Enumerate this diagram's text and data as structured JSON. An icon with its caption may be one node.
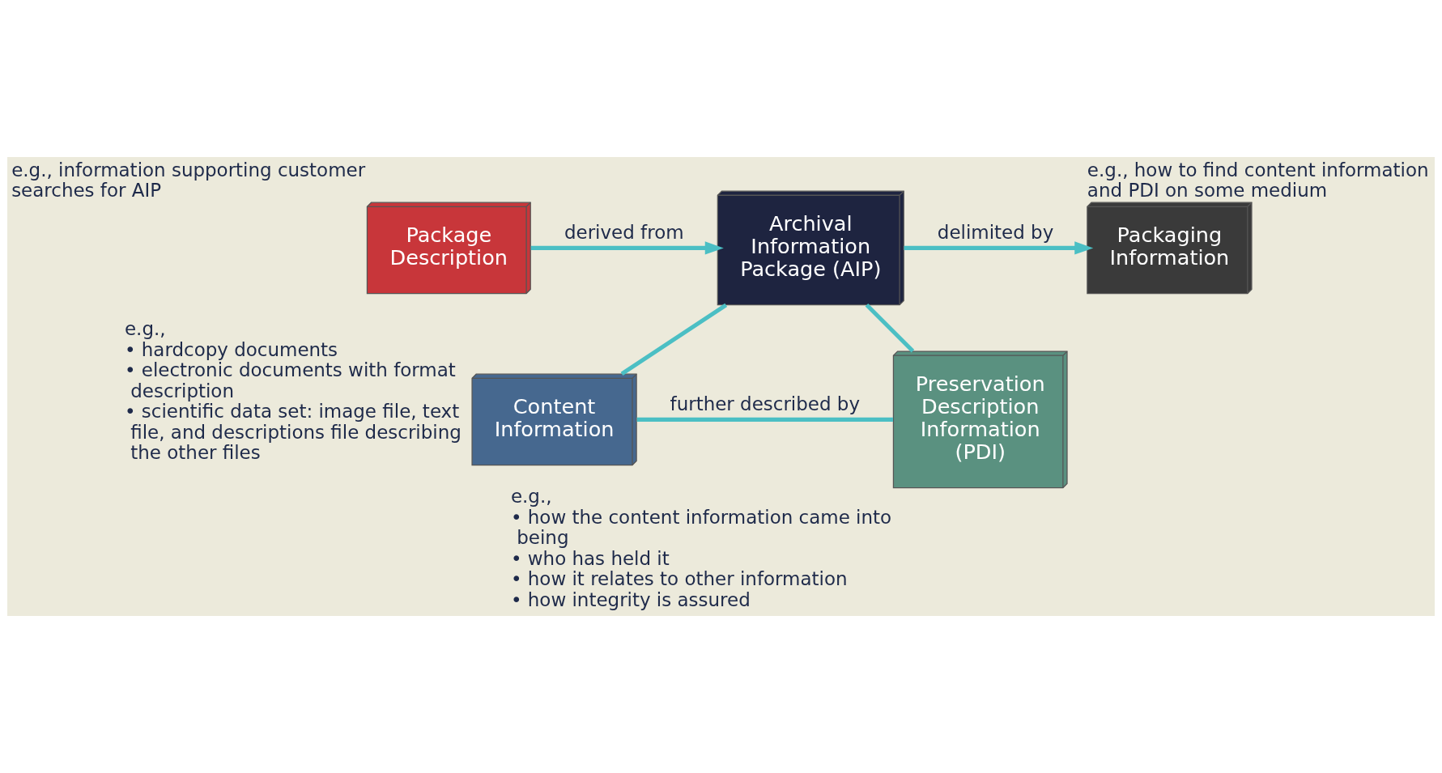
{
  "diagram": {
    "nodes": [
      {
        "text": [
          "Package Description"
        ],
        "beside": [
          "e.g., information supporting customer searches for AIP"
        ]
      },
      {
        "text": [
          "Archival Information Package (AIP)"
        ]
      },
      {
        "text": [
          "Packaging Information"
        ],
        "beside": [
          "e.g., how to find content information and PDI on some medium"
        ]
      },
      {
        "text": [
          "Content Information"
        ],
        "beside": [
          "e.g.,",
          "• hardcopy documents",
          "• electronic documents with format description",
          "• scientific data set: image file, text file, and descriptions file describing the other files"
        ]
      },
      {
        "text": [
          "Preservation Description Information (PDI)"
        ],
        "beside": [
          "e.g.,",
          "• how the content information came into being",
          "• who has held it",
          "• how it relates to other information",
          "• how integrity is assured"
        ]
      }
    ],
    "edges": [
      {
        "from": 0,
        "to": 1,
        "arrow": "to",
        "label": "derived from"
      },
      {
        "from": 1,
        "to": 2,
        "arrow": "to",
        "label": "delimited by"
      },
      {
        "from": 1,
        "to": 3,
        "arrow": "none"
      },
      {
        "from": 1,
        "to": 4,
        "arrow": "none"
      },
      {
        "from": 3,
        "to": 4,
        "arrow": "none",
        "label": "further described by"
      }
    ]
  }
}
